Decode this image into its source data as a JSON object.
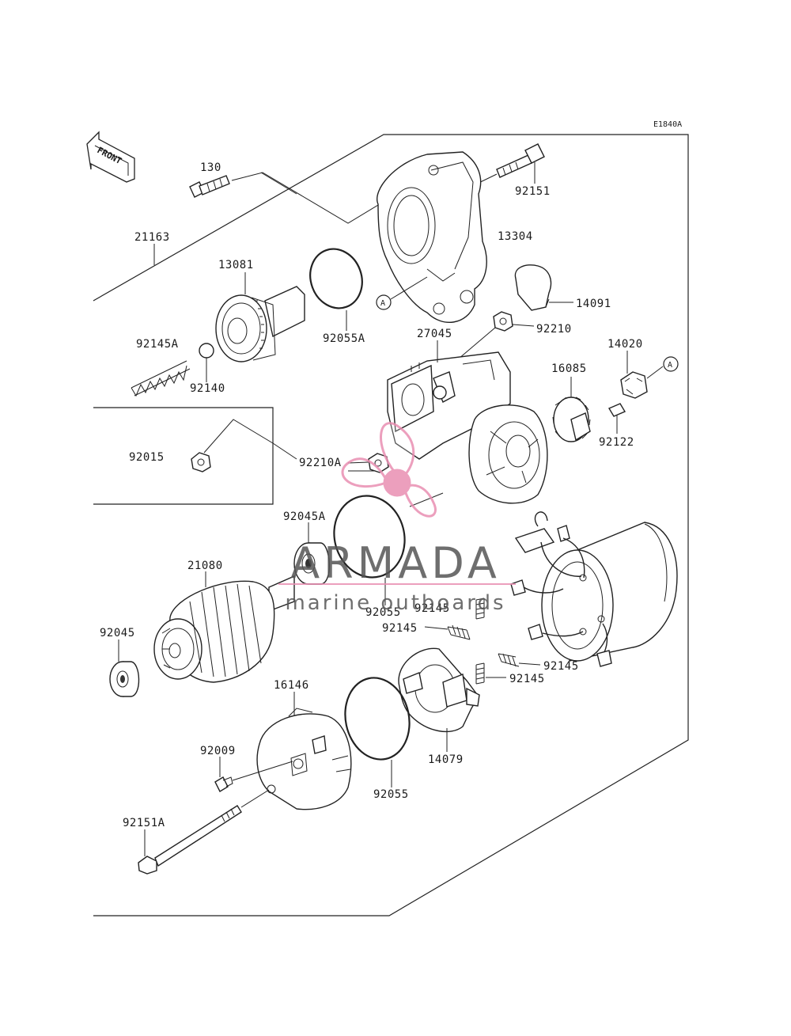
{
  "diagram": {
    "code": "E1840A",
    "front_label": "FRONT",
    "callout_letter": "A",
    "parts": [
      {
        "id": "p130",
        "number": "130"
      },
      {
        "id": "p92151",
        "number": "92151"
      },
      {
        "id": "p21163",
        "number": "21163"
      },
      {
        "id": "p13304",
        "number": "13304"
      },
      {
        "id": "p13081",
        "number": "13081"
      },
      {
        "id": "p14091",
        "number": "14091"
      },
      {
        "id": "p92055A",
        "number": "92055A"
      },
      {
        "id": "p92210",
        "number": "92210"
      },
      {
        "id": "p92145A",
        "number": "92145A"
      },
      {
        "id": "p27045",
        "number": "27045"
      },
      {
        "id": "p14020",
        "number": "14020"
      },
      {
        "id": "p92140",
        "number": "92140"
      },
      {
        "id": "p16085",
        "number": "16085"
      },
      {
        "id": "p92122",
        "number": "92122"
      },
      {
        "id": "p92015",
        "number": "92015"
      },
      {
        "id": "p92210A",
        "number": "92210A"
      },
      {
        "id": "p92045A",
        "number": "92045A"
      },
      {
        "id": "p21080",
        "number": "21080"
      },
      {
        "id": "p92055a",
        "number": "92055"
      },
      {
        "id": "p92145a",
        "number": "92145"
      },
      {
        "id": "p92145b",
        "number": "92145"
      },
      {
        "id": "p92045",
        "number": "92045"
      },
      {
        "id": "p92145c",
        "number": "92145"
      },
      {
        "id": "p92145d",
        "number": "92145"
      },
      {
        "id": "p16146",
        "number": "16146"
      },
      {
        "id": "p92009",
        "number": "92009"
      },
      {
        "id": "p14079",
        "number": "14079"
      },
      {
        "id": "p92055b",
        "number": "92055"
      },
      {
        "id": "p92151A",
        "number": "92151A"
      }
    ]
  },
  "watermark": {
    "brand": "ARMADA",
    "tagline": "marine outboards",
    "accent_color": "#e98fb2",
    "text_color": "#555555"
  }
}
